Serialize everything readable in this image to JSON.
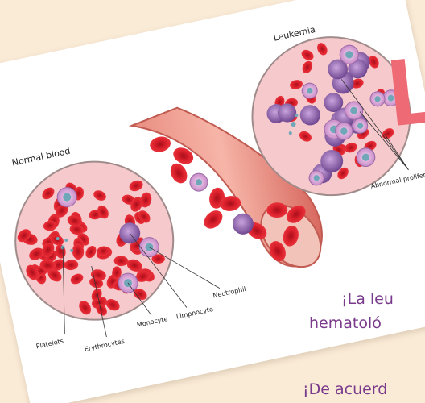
{
  "illustration": {
    "title_normal": "Normal blood",
    "title_leukemia": "Leukemia",
    "labels": {
      "platelets": "Platelets",
      "erythrocytes": "Erythrocytes",
      "monocyte": "Monocyte",
      "limphocyte": "Limphocyte",
      "neutrophil": "Neutrophil",
      "abnormal": "Abnormal proliferation"
    }
  },
  "heading_letter": "L",
  "paragraph": {
    "line1": "¡La leu",
    "line2": "hematoló",
    "line3": "¡De acuerd"
  },
  "colors": {
    "background": "#faebd7",
    "heading": "#ee6a74",
    "text": "#7a3b8c",
    "rbc": "#d91f2b",
    "circle_fill": "#f6c9cc",
    "wbc": "#8c5fa8"
  }
}
